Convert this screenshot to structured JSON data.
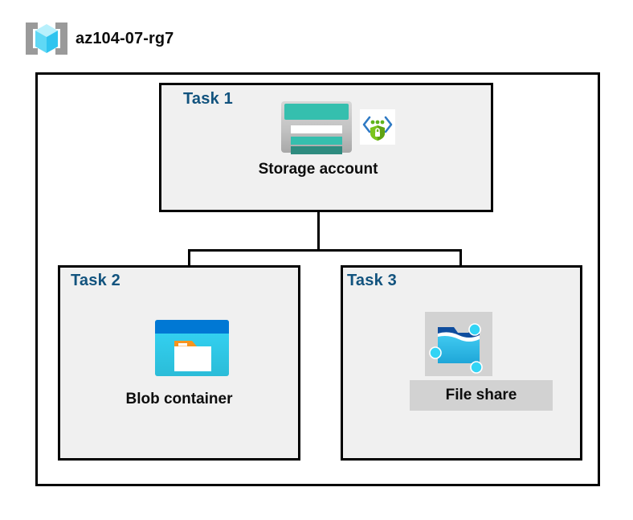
{
  "header": {
    "icon": "resource-group-icon",
    "title": "az104-07-rg7"
  },
  "diagram": {
    "type": "azure-architecture-diagram",
    "container_name": "az104-07-rg7",
    "tasks": [
      {
        "id": "task1",
        "label": "Task 1",
        "node_caption": "Storage account",
        "icons": [
          "storage-account-icon",
          "security-badge-icon"
        ],
        "highlighted": false
      },
      {
        "id": "task2",
        "label": "Task 2",
        "node_caption": "Blob container",
        "icons": [
          "blob-container-icon"
        ],
        "highlighted": false
      },
      {
        "id": "task3",
        "label": "Task 3",
        "node_caption": "File share",
        "icons": [
          "file-share-icon"
        ],
        "highlighted": true
      }
    ],
    "connections": [
      {
        "from": "Storage account",
        "to": "Blob container"
      },
      {
        "from": "Storage account",
        "to": "File share"
      }
    ]
  },
  "colors": {
    "task_label": "#12537e",
    "caption": "#0d0d0d",
    "box_border": "#000000",
    "box_fill": "#f0f0f0",
    "page_background": "#ffffff",
    "highlight": "#d2d2d2",
    "storage_teal": "#35bfae",
    "storage_teal_dark": "#2e8b7f",
    "blob_blue": "#0078d4",
    "blob_cyan": "#32d4f5",
    "blob_orange": "#f7941e",
    "fileshare_blue": "#1fb0e6",
    "security_green": "#5fb41c",
    "rg_cube_cyan": "#9cebfb",
    "rg_bracket_gray": "#9a9a9a"
  }
}
